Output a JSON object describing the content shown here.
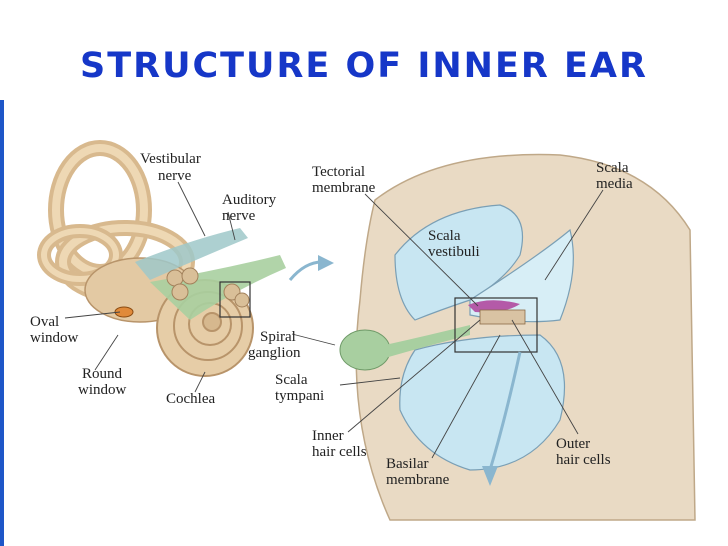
{
  "title": "STRUCTURE OF INNER EAR",
  "labels": {
    "vestibular_nerve": [
      "Vestibular",
      "nerve"
    ],
    "auditory_nerve": [
      "Auditory",
      "nerve"
    ],
    "oval_window": [
      "Oval",
      "window"
    ],
    "round_window": [
      "Round",
      "window"
    ],
    "cochlea": [
      "Cochlea"
    ],
    "spiral_ganglion": [
      "Spiral",
      "ganglion"
    ],
    "tectorial_membrane": [
      "Tectorial",
      "membrane"
    ],
    "scala_vestibuli": [
      "Scala",
      "vestibuli"
    ],
    "scala_media": [
      "Scala",
      "media"
    ],
    "scala_tympani": [
      "Scala",
      "tympani"
    ],
    "inner_hair_cells": [
      "Inner",
      "hair cells"
    ],
    "basilar_membrane": [
      "Basilar",
      "membrane"
    ],
    "outer_hair_cells": [
      "Outer",
      "hair cells"
    ]
  },
  "colors": {
    "title": "#1637c8",
    "accent_bar": "#1e56c8",
    "bone": "#e3c9a3",
    "canal": "#c8e6f2",
    "nerve": "#a8cfa0"
  }
}
